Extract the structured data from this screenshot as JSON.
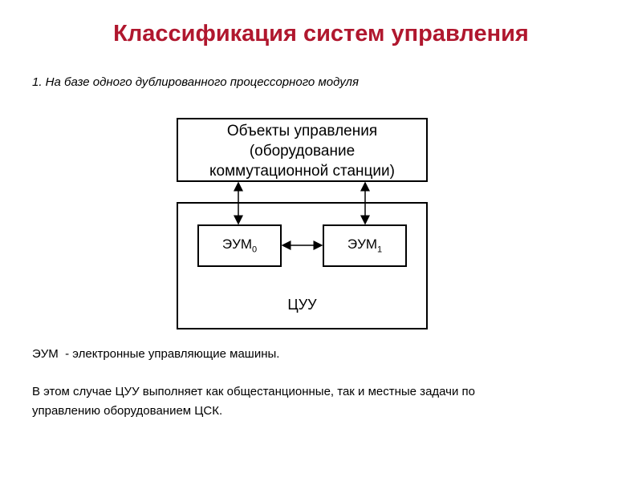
{
  "title": "Классификация систем управления",
  "subtitle": "1. На базе одного дублированного процессорного модуля",
  "diagram": {
    "objects_lines": [
      "Объекты управления",
      "(оборудование",
      "коммутационной станции)"
    ],
    "eum0": {
      "base": "ЭУМ",
      "index": "0"
    },
    "eum1": {
      "base": "ЭУМ",
      "index": "1"
    },
    "cuu": "ЦУУ"
  },
  "definition": "ЭУМ  - электронные управляющие машины.",
  "description_lines": [
    "В этом случае ЦУУ выполняет как общестанционные, так и местные задачи по",
    "управлению оборудованием ЦСК."
  ],
  "colors": {
    "title": "#b0172e"
  }
}
